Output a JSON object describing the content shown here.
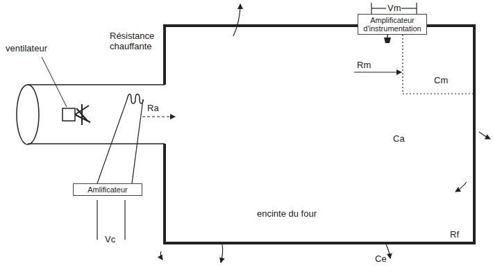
{
  "diagram": {
    "nodes": [
      {
        "text": [
          "Amplificateur d'instrumentation"
        ]
      },
      {
        "text": [
          "Amlificateur"
        ]
      }
    ],
    "labels": [
      "ventilateur",
      "Résistance chauffante",
      "Ra",
      "Vc",
      "Vm",
      "Rm",
      "Cm",
      "Ca",
      "encinte du four",
      "Rf",
      "Ce"
    ]
  }
}
